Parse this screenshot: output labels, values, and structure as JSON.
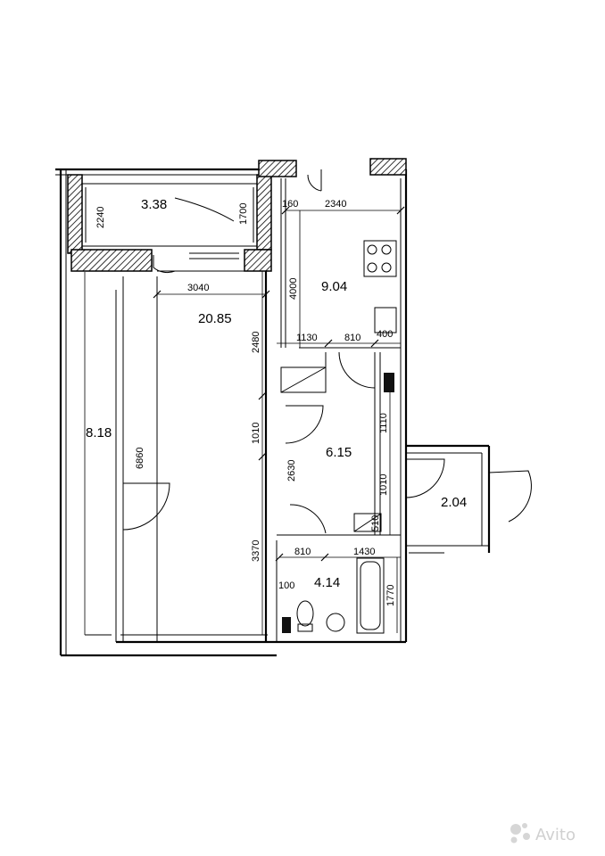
{
  "plan": {
    "rooms": {
      "loggia_top": "3.38",
      "kitchen": "9.04",
      "main_room": "20.85",
      "left_strip": "8.18",
      "hall": "6.15",
      "loggia_right": "2.04",
      "bathroom": "4.14"
    },
    "dims": {
      "d2240": "2240",
      "d1700": "1700",
      "d160": "160",
      "d2340": "2340",
      "d4000": "4000",
      "d3040": "3040",
      "d2480": "2480",
      "d1130": "1130",
      "d810a": "810",
      "d400": "400",
      "d1010a": "1010",
      "d1110": "1110",
      "d6860": "6860",
      "d2630": "2630",
      "d1010b": "1010",
      "d510": "510",
      "d3370": "3370",
      "d810b": "810",
      "d1430": "1430",
      "d100": "100",
      "d1770": "1770"
    }
  },
  "watermark": {
    "text": "Avito"
  }
}
